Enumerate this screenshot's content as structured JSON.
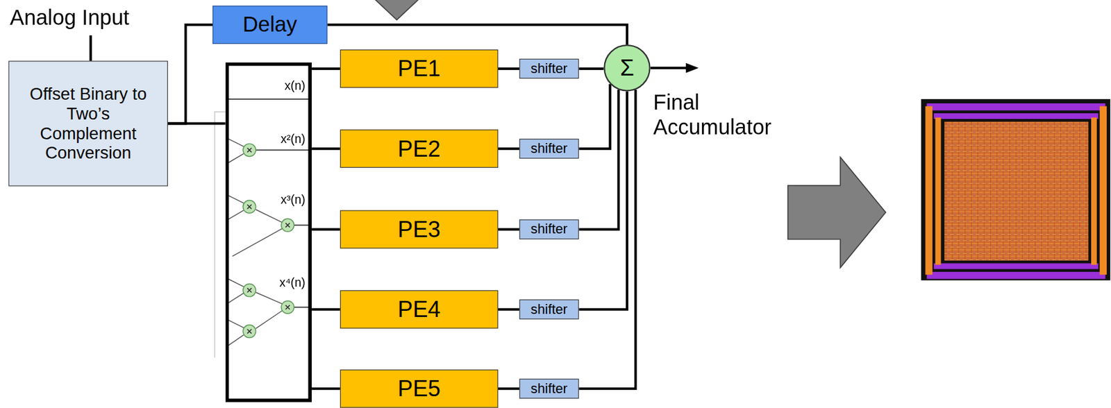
{
  "diagram": {
    "nodes": [
      {
        "text": [
          "Offset Binary to Two’s Complement Conversion"
        ]
      },
      {
        "text": [
          "Delay"
        ]
      },
      {
        "text": [
          "x(n)",
          "x²(n)",
          "x³(n)",
          "x⁴(n)"
        ]
      },
      {
        "text": [
          "PE1"
        ]
      },
      {
        "text": [
          "shifter"
        ]
      },
      {
        "text": [
          "PE2"
        ]
      },
      {
        "text": [
          "shifter"
        ]
      },
      {
        "text": [
          "PE3"
        ]
      },
      {
        "text": [
          "shifter"
        ]
      },
      {
        "text": [
          "PE4"
        ]
      },
      {
        "text": [
          "shifter"
        ]
      },
      {
        "text": [
          "PE5"
        ]
      },
      {
        "text": [
          "shifter"
        ]
      },
      {
        "text": [
          "Σ"
        ]
      }
    ],
    "edges": [
      {
        "from": 0,
        "to": 1,
        "arrow": "none"
      },
      {
        "from": 0,
        "to": 2,
        "arrow": "none"
      },
      {
        "from": 2,
        "to": 3,
        "arrow": "none"
      },
      {
        "from": 2,
        "to": 5,
        "arrow": "none"
      },
      {
        "from": 2,
        "to": 7,
        "arrow": "none"
      },
      {
        "from": 2,
        "to": 9,
        "arrow": "none"
      },
      {
        "from": 2,
        "to": 11,
        "arrow": "none"
      },
      {
        "from": 3,
        "to": 4,
        "arrow": "none"
      },
      {
        "from": 5,
        "to": 6,
        "arrow": "none"
      },
      {
        "from": 7,
        "to": 8,
        "arrow": "none"
      },
      {
        "from": 9,
        "to": 10,
        "arrow": "none"
      },
      {
        "from": 11,
        "to": 12,
        "arrow": "none"
      },
      {
        "from": 1,
        "to": 13,
        "arrow": "none"
      },
      {
        "from": 4,
        "to": 13,
        "arrow": "none"
      },
      {
        "from": 6,
        "to": 13,
        "arrow": "none"
      },
      {
        "from": 8,
        "to": 13,
        "arrow": "none"
      },
      {
        "from": 10,
        "to": 13,
        "arrow": "none"
      },
      {
        "from": 12,
        "to": 13,
        "arrow": "none"
      }
    ],
    "labels": [
      "Analog Input",
      "Final Accumulator"
    ]
  }
}
